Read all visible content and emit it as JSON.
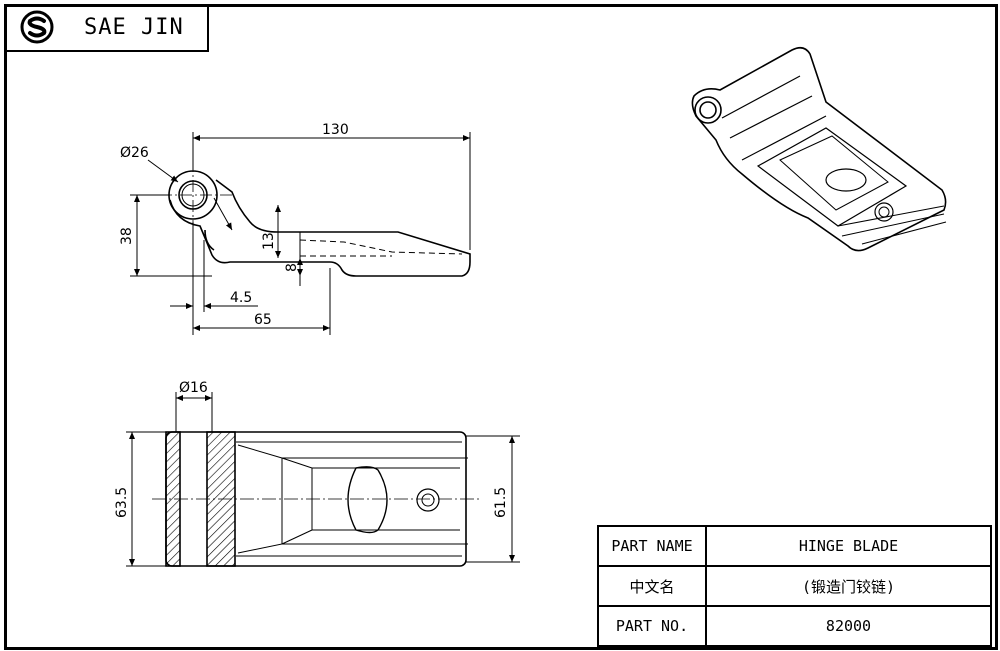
{
  "company": {
    "name": "SAE JIN",
    "logo_icon": "sj-logo-icon"
  },
  "dimensions": {
    "d_bore": "Ø26",
    "overall_length": "130",
    "height": "38",
    "step": "13",
    "thickness": "8",
    "offset": "4.5",
    "length_65": "65",
    "d_pin": "Ø16",
    "width_63_5": "63.5",
    "width_61_5": "61.5"
  },
  "title_block": {
    "rows": [
      {
        "label": "PART NAME",
        "value": "HINGE BLADE"
      },
      {
        "label": "中文名",
        "value": "(锻造门铰链)"
      },
      {
        "label": "PART NO.",
        "value": "82000"
      }
    ]
  },
  "colors": {
    "line": "#000000",
    "background": "#ffffff"
  }
}
